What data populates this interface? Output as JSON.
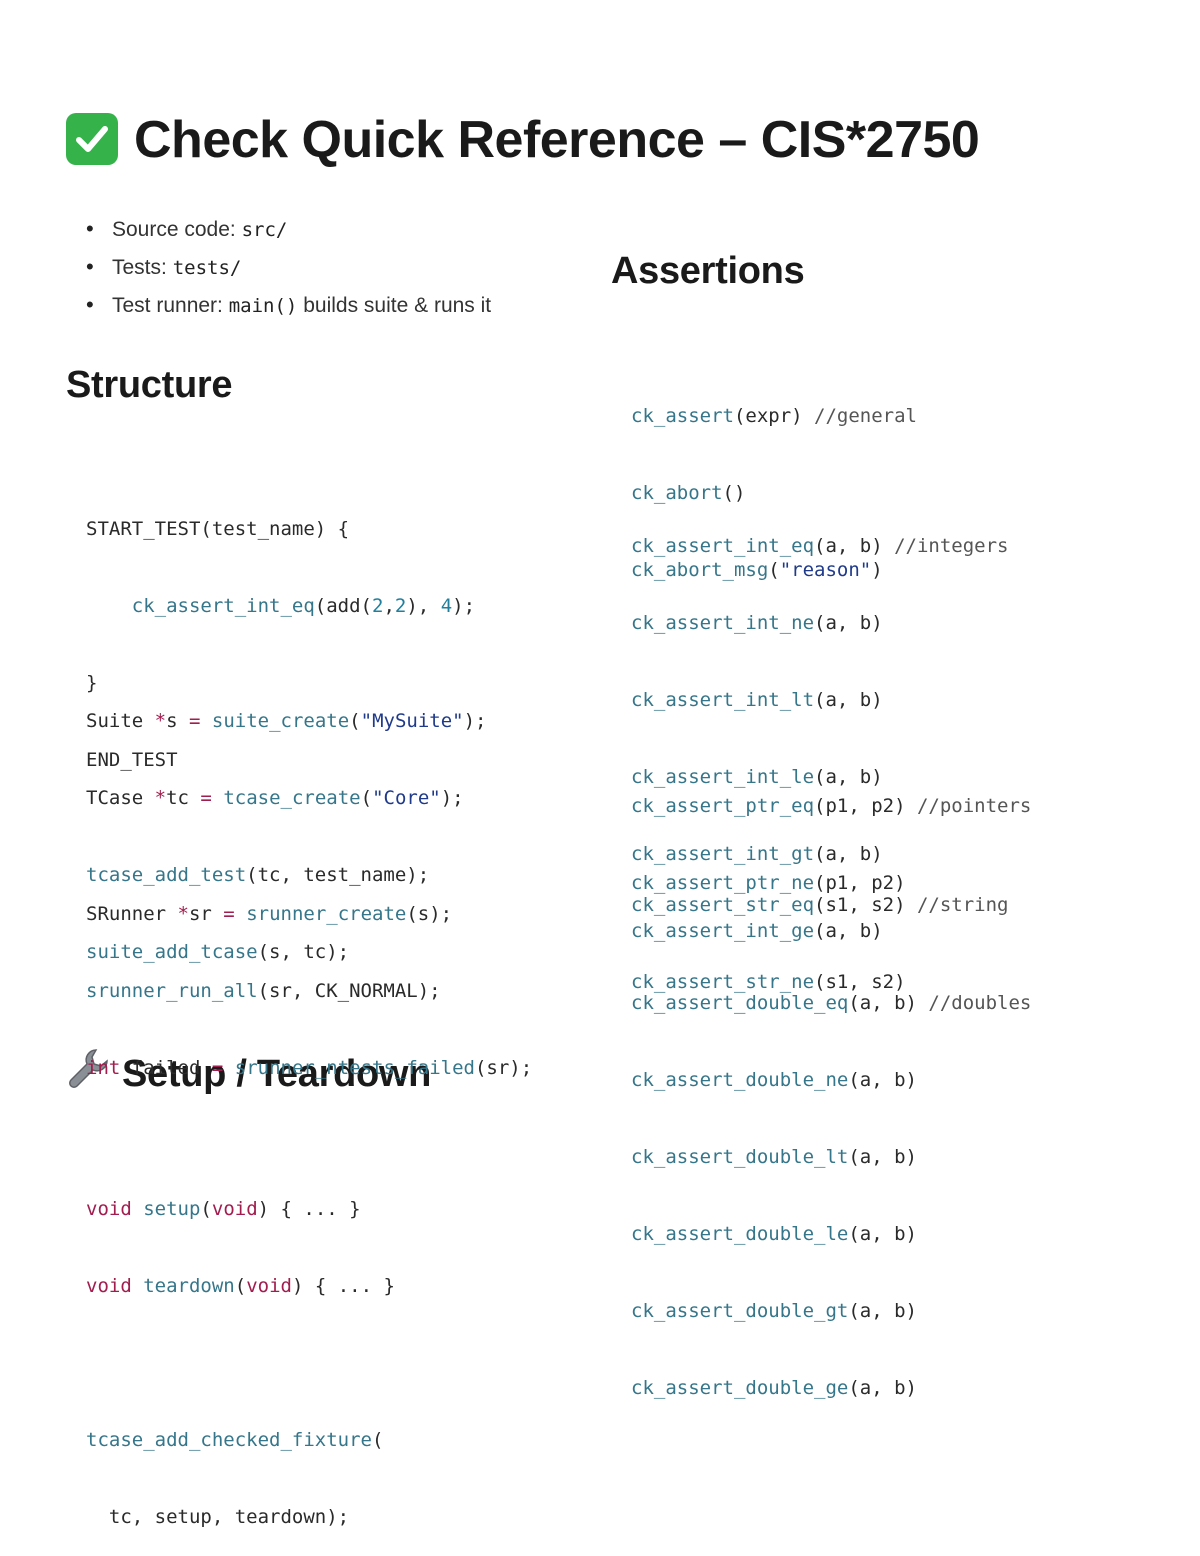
{
  "title": "Check Quick Reference – CIS*2750",
  "bullets": [
    {
      "label": "Source code: ",
      "code": "src/",
      "suffix": ""
    },
    {
      "label": "Tests: ",
      "code": "tests/",
      "suffix": ""
    },
    {
      "label": "Test runner: ",
      "code": "main()",
      "suffix": " builds suite & runs it"
    }
  ],
  "headings": {
    "structure": "Structure",
    "assertions": "Assertions",
    "setup": "Setup / Teardown"
  },
  "icons": {
    "title_icon": "check-mark-button-icon",
    "setup_icon": "wrench-icon",
    "title_icon_color": "#35b24a"
  },
  "colors": {
    "function": "#36768a",
    "keyword": "#a11d4e",
    "string": "#1f3a8a",
    "number": "#1f7f9c"
  },
  "code": {
    "test_def": [
      "START_TEST(test_name) {",
      "    ck_assert_int_eq(add(2,2), 4);",
      "}",
      "END_TEST"
    ],
    "suite_setup": [
      "Suite *s = suite_create(\"MySuite\");",
      "TCase *tc = tcase_create(\"Core\");",
      "tcase_add_test(tc, test_name);",
      "suite_add_tcase(s, tc);"
    ],
    "runner": [
      "SRunner *sr = srunner_create(s);",
      "srunner_run_all(sr, CK_NORMAL);",
      "int failed = srunner_ntests_failed(sr);"
    ],
    "fixture": [
      "void setup(void) { ... }",
      "void teardown(void) { ... }",
      "",
      "tcase_add_checked_fixture(",
      "  tc, setup, teardown);"
    ],
    "assert_general": [
      "ck_assert(expr) //general",
      "ck_abort()",
      "ck_abort_msg(\"reason\")"
    ],
    "assert_int": [
      "ck_assert_int_eq(a, b) //integers",
      "ck_assert_int_ne(a, b)",
      "ck_assert_int_lt(a, b)",
      "ck_assert_int_le(a, b)",
      "ck_assert_int_gt(a, b)",
      "ck_assert_int_ge(a, b)"
    ],
    "assert_ptr": [
      "ck_assert_ptr_eq(p1, p2) //pointers",
      "ck_assert_ptr_ne(p1, p2)"
    ],
    "assert_str": [
      "ck_assert_str_eq(s1, s2) //string",
      "ck_assert_str_ne(s1, s2)"
    ],
    "assert_double": [
      "ck_assert_double_eq(a, b) //doubles",
      "ck_assert_double_ne(a, b)",
      "ck_assert_double_lt(a, b)",
      "ck_assert_double_le(a, b)",
      "ck_assert_double_gt(a, b)",
      "ck_assert_double_ge(a, b)"
    ]
  }
}
